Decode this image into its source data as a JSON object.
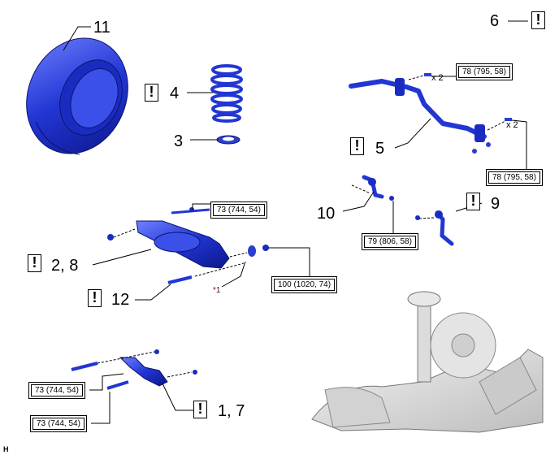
{
  "callouts": {
    "n1_7": "1, 7",
    "n2_8": "2, 8",
    "n3": "3",
    "n4": "4",
    "n5": "5",
    "n6": "6",
    "n9": "9",
    "n10": "10",
    "n11": "11",
    "n12": "12",
    "star1": "*1"
  },
  "warning_symbol": "!",
  "torques": {
    "t78_a": "78 (795, 58)",
    "t78_b": "78 (795, 58)",
    "t73_a": "73 (744, 54)",
    "t79": "79 (806, 58)",
    "t100": "100 (1020, 74)",
    "t73_b": "73 (744, 54)",
    "t73_c": "73 (744, 54)"
  },
  "multipliers": {
    "x2_a": "x 2",
    "x2_b": "x 2"
  },
  "figure_code": "H",
  "colors": {
    "part_blue": "#2a3fd0",
    "part_dark": "#0c1a8a",
    "assembly_gray": "#d8d8d8"
  }
}
